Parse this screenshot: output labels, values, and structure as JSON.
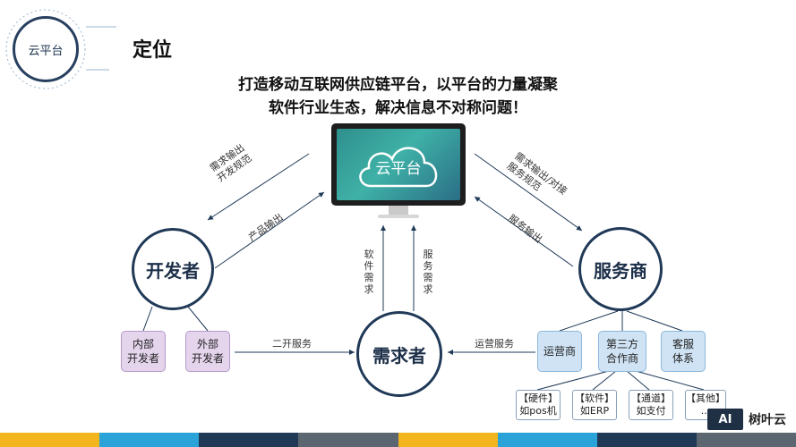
{
  "header": {
    "logo_label": "云平台",
    "title": "定位"
  },
  "headline": {
    "line1": "打造移动互联网供应链平台，以平台的力量凝聚",
    "line2": "软件行业生态，解决信息不对称问题！"
  },
  "monitor": {
    "label": "云平台"
  },
  "nodes": {
    "developer": "开发者",
    "provider": "服务商",
    "demander": "需求者"
  },
  "edge_labels": {
    "to_developer": "需求输出\n开发规范",
    "from_developer": "产品输出",
    "to_provider": "需求输出/对接\n服务规范",
    "from_provider": "服务输出",
    "demand_up": "软件需求",
    "service_down": "服务需求",
    "second_dev": "二开服务",
    "ops_service": "运营服务"
  },
  "developer_children": [
    {
      "label": "内部\n开发者"
    },
    {
      "label": "外部\n开发者"
    }
  ],
  "provider_children": [
    {
      "label": "运营商"
    },
    {
      "label": "第三方\n合作商"
    },
    {
      "label": "客服\n体系"
    }
  ],
  "categories": [
    {
      "label": "【硬件】\n如pos机"
    },
    {
      "label": "【软件】\n如ERP"
    },
    {
      "label": "【通道】\n如支付"
    },
    {
      "label": "【其他】\n..."
    }
  ],
  "brand": {
    "mark": "AI",
    "name": "树叶云"
  },
  "colors": {
    "navy": "#1f3957",
    "purple_box": "#e4d4ec",
    "blue_box": "#cfe3f4",
    "footer": [
      "#f2b51d",
      "#2aa3d8",
      "#1f3957",
      "#5c6670",
      "#f2b51d",
      "#2aa3d8",
      "#1f3957",
      "#5c6670"
    ]
  }
}
